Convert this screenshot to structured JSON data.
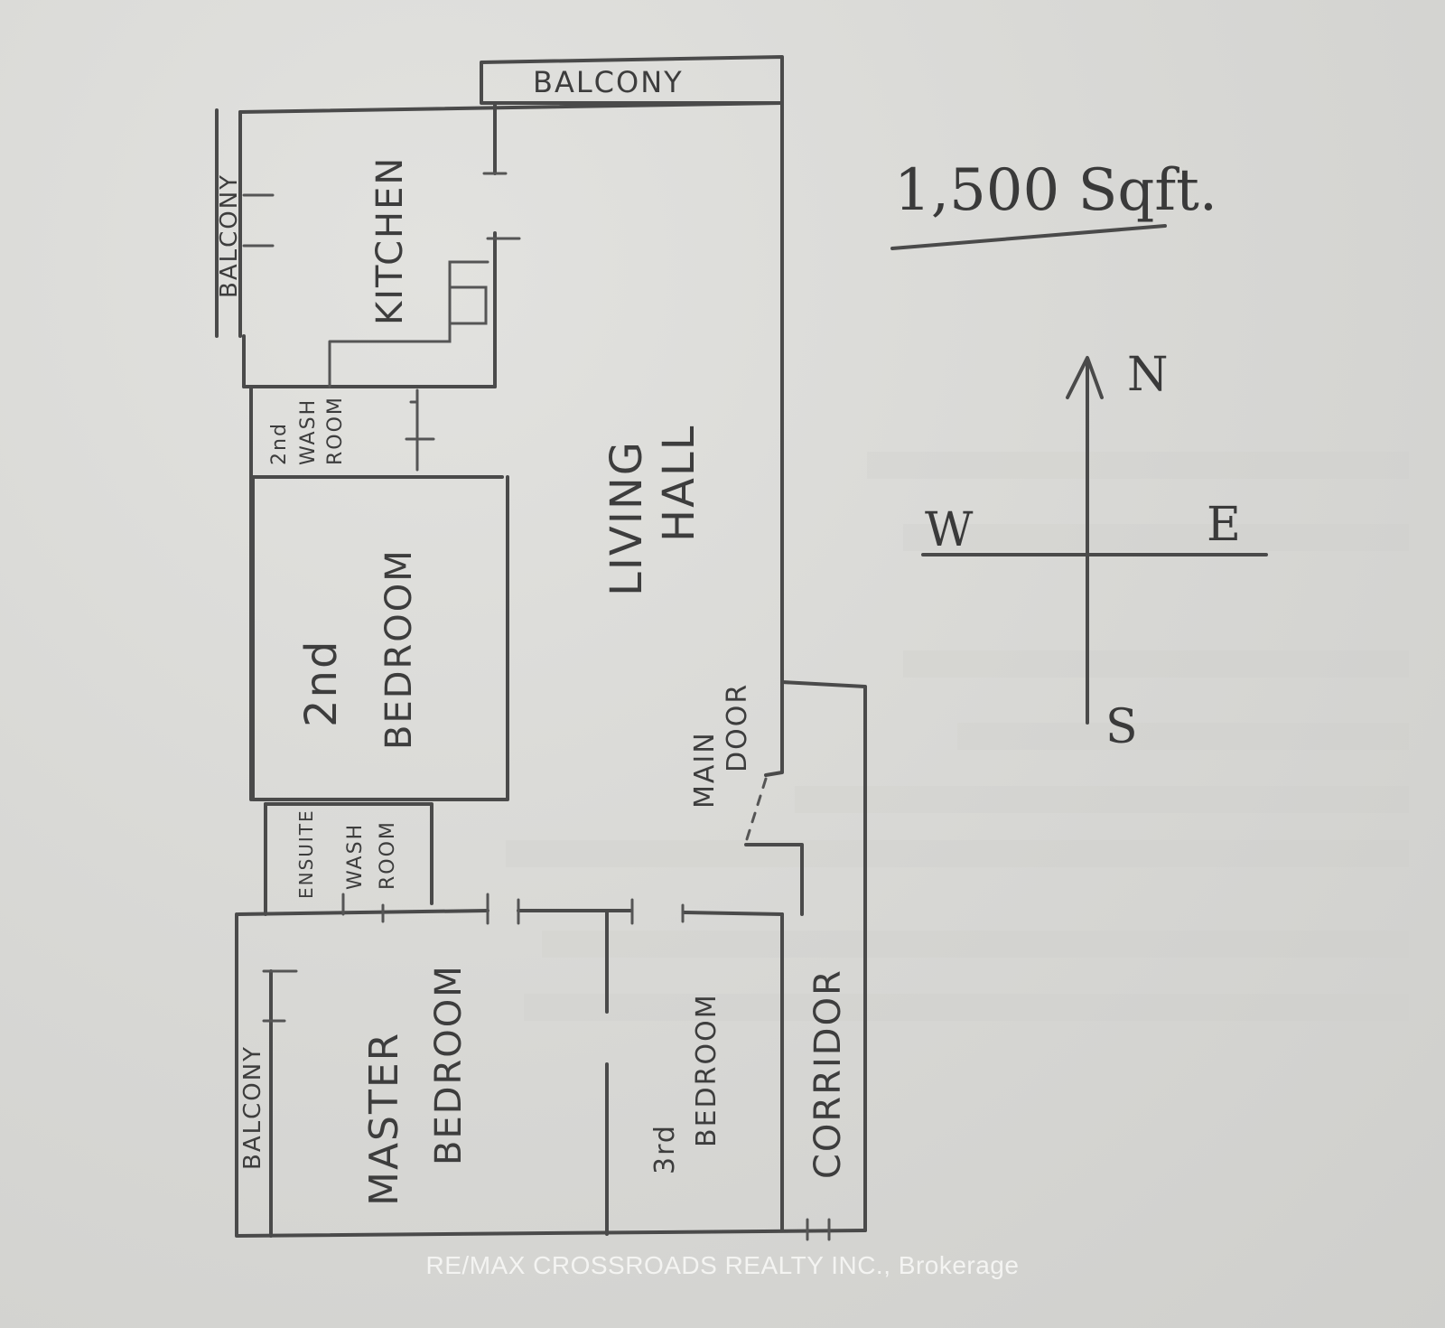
{
  "area": {
    "text": "1,500 Sqft."
  },
  "compass": {
    "north": "N",
    "south": "S",
    "east": "E",
    "west": "W"
  },
  "rooms": {
    "balcony_top": "BALCONY",
    "balcony_left": "BALCONY",
    "kitchen": "KITCHEN",
    "washroom_2nd_line1": "2nd",
    "washroom_2nd_line2": "WASH",
    "washroom_2nd_line3": "ROOM",
    "bedroom_2nd_line1": "2nd",
    "bedroom_2nd_line2": "BEDROOM",
    "living_line1": "LIVING",
    "living_line2": "HALL",
    "main_door_line1": "MAIN",
    "main_door_line2": "DOOR",
    "ensuite_line1": "ENSUITE",
    "ensuite_line2": "WASH",
    "ensuite_line3": "ROOM",
    "balcony_master": "BALCONY",
    "master_line1": "MASTER",
    "master_line2": "BEDROOM",
    "bedroom_3rd_line1": "3rd",
    "bedroom_3rd_line2": "BEDROOM",
    "corridor": "CORRIDOR"
  },
  "watermark": "RE/MAX CROSSROADS REALTY INC., Brokerage",
  "colors": {
    "paper": "#d9d9d6",
    "pencil": "#4a4a4a",
    "watermark": "#f4f4f2"
  }
}
